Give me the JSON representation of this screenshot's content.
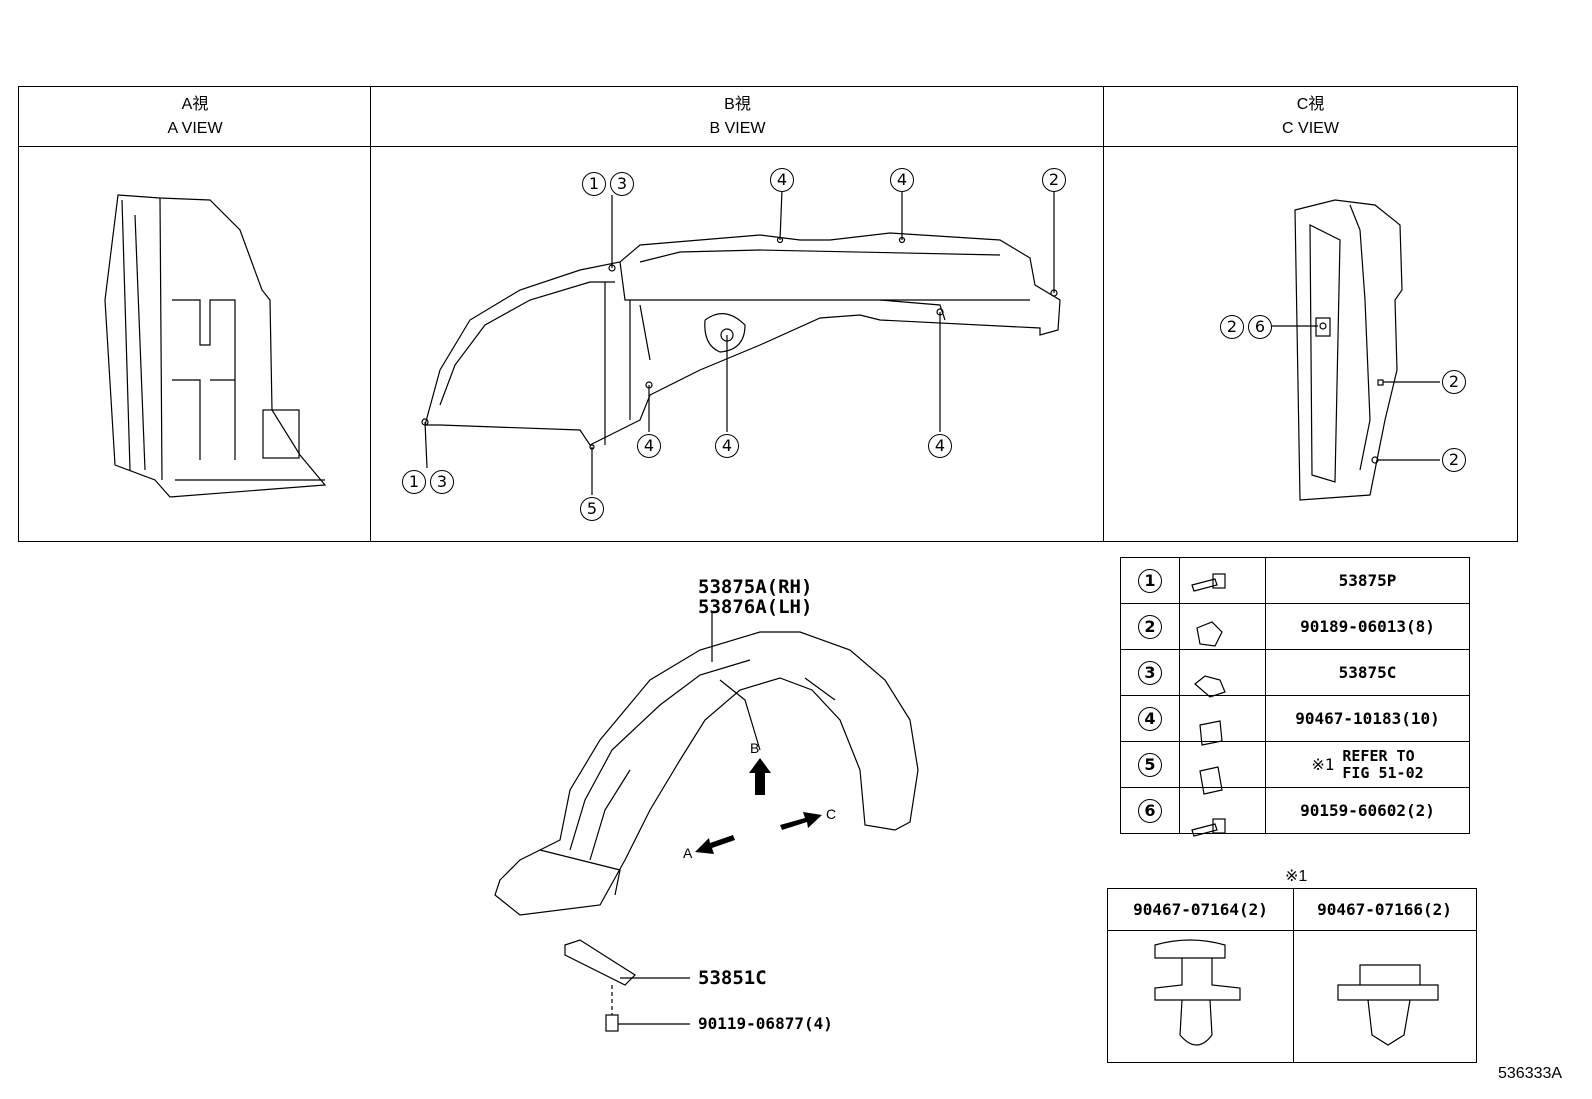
{
  "views": [
    {
      "title_jp": "A視",
      "title_en": "A VIEW"
    },
    {
      "title_jp": "B視",
      "title_en": "B VIEW"
    },
    {
      "title_jp": "C視",
      "title_en": "C VIEW"
    }
  ],
  "b_view_callouts": [
    "①③",
    "④",
    "④",
    "②",
    "①③",
    "⑤",
    "④",
    "④",
    "④"
  ],
  "c_view_callouts": [
    "②⑥",
    "②",
    "②"
  ],
  "main_part": {
    "rh": "53875A(RH)",
    "lh": "53876A(LH)"
  },
  "sub_parts": {
    "bracket": "53851C",
    "screw": "90119-06877(4)"
  },
  "direction_arrows": {
    "a": "A",
    "b": "B",
    "c": "C"
  },
  "parts_table": [
    {
      "num": "1",
      "part": "53875P"
    },
    {
      "num": "2",
      "part": "90189-06013(8)"
    },
    {
      "num": "3",
      "part": "53875C"
    },
    {
      "num": "4",
      "part": "90467-10183(10)"
    },
    {
      "num": "5",
      "mark": "※1",
      "part_line1": "REFER TO",
      "part_line2": "FIG 51-02"
    },
    {
      "num": "6",
      "part": "90159-60602(2)"
    }
  ],
  "note": {
    "mark": "※1",
    "left": "90467-07164(2)",
    "right": "90467-07166(2)"
  },
  "diagram_id": "536333A"
}
